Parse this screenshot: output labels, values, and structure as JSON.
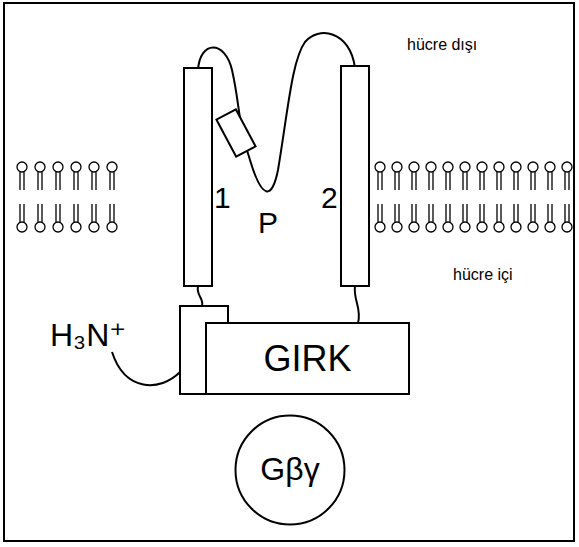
{
  "diagram": {
    "nodes": [
      {
        "text": [
          "GIRK"
        ]
      },
      {
        "text": [
          "Gβγ"
        ]
      }
    ],
    "labels": [
      "hücre dışı",
      "hücre içi",
      "1",
      "2",
      "P",
      "H₃N⁺"
    ]
  }
}
